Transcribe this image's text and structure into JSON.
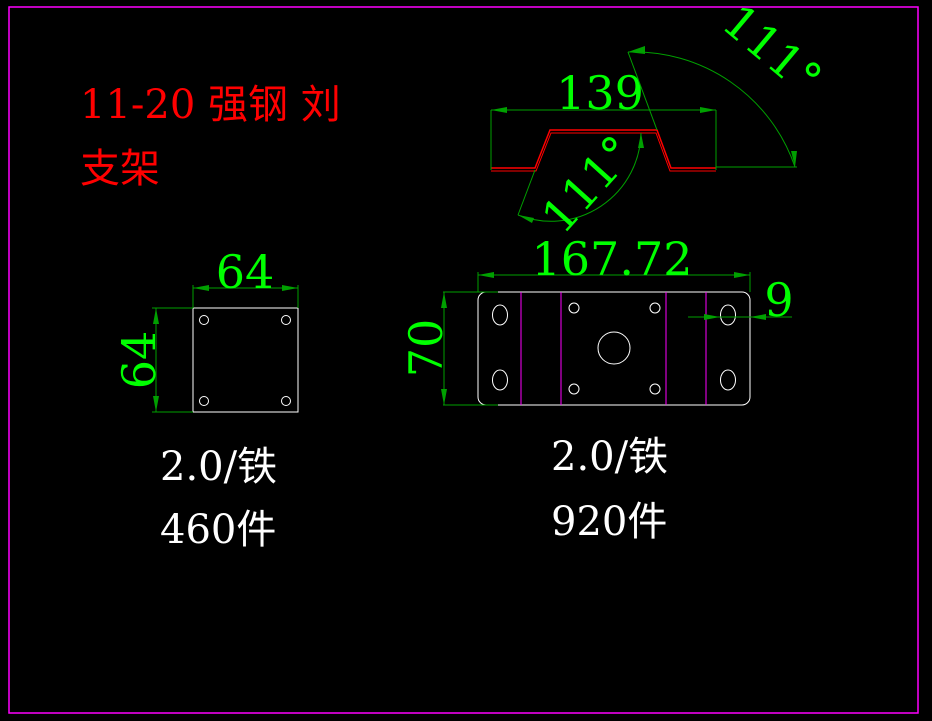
{
  "title": {
    "line1": "11-20 强钢 刘",
    "line2": "支架"
  },
  "profile_view": {
    "width_dim": "139",
    "angle_top": "111°",
    "angle_bottom": "111°"
  },
  "flat_view": {
    "width_dim": "167.72",
    "height_dim": "70",
    "edge_dim": "9"
  },
  "small_plate": {
    "width_dim": "64",
    "height_dim": "64"
  },
  "notes": {
    "small_plate_spec": "2.0/铁",
    "small_plate_qty": "460件",
    "flat_spec": "2.0/铁",
    "flat_qty": "920件"
  },
  "colors": {
    "border": "#ff00ff",
    "dimension": "#00ff00",
    "title": "#ff0000",
    "part": "#ffffff",
    "bend": "#ff00ff"
  }
}
